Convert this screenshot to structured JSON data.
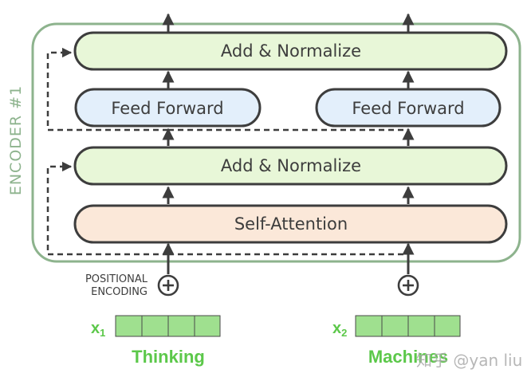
{
  "encoder": {
    "label": "ENCODER #1"
  },
  "blocks": {
    "add_normalize_top": "Add & Normalize",
    "feed_forward_left": "Feed Forward",
    "feed_forward_right": "Feed Forward",
    "add_normalize_bottom": "Add & Normalize",
    "self_attention": "Self-Attention"
  },
  "positional": {
    "line1": "POSITIONAL",
    "line2": "ENCODING"
  },
  "inputs": [
    {
      "var": "x",
      "sub": "1",
      "word": "Thinking"
    },
    {
      "var": "x",
      "sub": "2",
      "word": "Machines"
    }
  ],
  "watermark": "知乎 @yan liu",
  "colors": {
    "encoder_border": "#8db38d",
    "encoder_label": "#8db38d",
    "add_norm_fill": "#e8f7d8",
    "feed_forward_fill": "#e3effb",
    "self_attention_fill": "#fbe8d9",
    "block_stroke": "#3d3d3d",
    "input_cell_fill": "#9fe08f",
    "input_text": "#5cc84a",
    "arrow": "#3d3d3d"
  }
}
